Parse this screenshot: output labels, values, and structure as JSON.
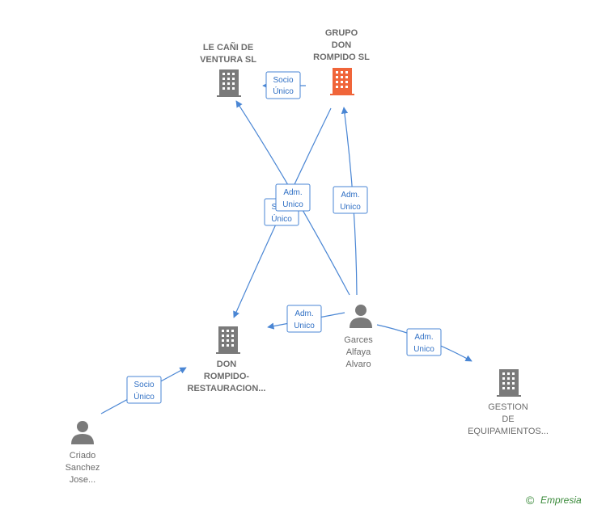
{
  "colors": {
    "edge": "#4a86d4",
    "company": "#7a7a7a",
    "company_highlight": "#f0653a",
    "person": "#7a7a7a",
    "label_text": "#6b6b6b",
    "brand": "#3a8a3a"
  },
  "nodes": [
    {
      "id": "le-cani",
      "type": "company",
      "highlight": false,
      "label": [
        "LE CAÑI DE",
        "VENTURA  SL"
      ],
      "bold": true
    },
    {
      "id": "grupo-don",
      "type": "company",
      "highlight": true,
      "label": [
        "GRUPO",
        "DON",
        "ROMPIDO  SL"
      ],
      "bold": true
    },
    {
      "id": "don-rompido-rest",
      "type": "company",
      "highlight": false,
      "label": [
        "DON",
        "ROMPIDO-",
        "RESTAURACION..."
      ],
      "bold": true
    },
    {
      "id": "gestion",
      "type": "company",
      "highlight": false,
      "label": [
        "GESTION",
        "DE",
        "EQUIPAMIENTOS..."
      ],
      "bold": false
    },
    {
      "id": "garces",
      "type": "person",
      "label": [
        "Garces",
        "Alfaya",
        "Alvaro"
      ],
      "bold": false
    },
    {
      "id": "criado",
      "type": "person",
      "label": [
        "Criado",
        "Sanchez",
        "Jose..."
      ],
      "bold": false
    }
  ],
  "edges": [
    {
      "id": "grupo-to-lecani",
      "label": [
        "Socio",
        "Único"
      ]
    },
    {
      "id": "garces-to-lecani",
      "label": [
        "Adm.",
        "Unico"
      ]
    },
    {
      "id": "grupo-to-donrest",
      "label": [
        "Socio",
        "Único"
      ]
    },
    {
      "id": "garces-to-grupo",
      "label": [
        "Adm.",
        "Unico"
      ]
    },
    {
      "id": "garces-to-donrest",
      "label": [
        "Adm.",
        "Unico"
      ]
    },
    {
      "id": "garces-to-gestion",
      "label": [
        "Adm.",
        "Unico"
      ]
    },
    {
      "id": "criado-to-donrest",
      "label": [
        "Socio",
        "Único"
      ]
    }
  ],
  "footer": {
    "copyright_symbol": "©",
    "brand": "Empresia"
  }
}
